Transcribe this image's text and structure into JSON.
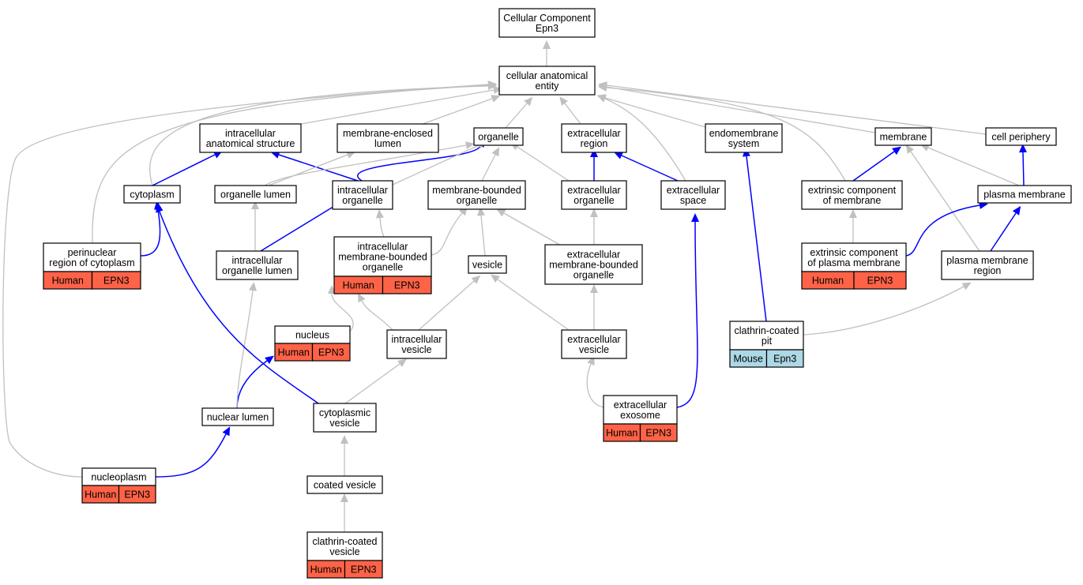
{
  "colors": {
    "human": "#ff6347",
    "mouse": "#add8e6",
    "part_of_edge": "#0000ff",
    "is_a_edge": "#c0c0c0"
  },
  "nodes": {
    "root": [
      "Cellular Component",
      "Epn3"
    ],
    "cae": [
      "cellular anatomical",
      "entity"
    ],
    "ias": [
      "intracellular",
      "anatomical structure"
    ],
    "mel": [
      "membrane-enclosed",
      "lumen"
    ],
    "org": [
      "organelle"
    ],
    "exr": [
      "extracellular",
      "region"
    ],
    "ems": [
      "endomembrane",
      "system"
    ],
    "mem": [
      "membrane"
    ],
    "cp": [
      "cell periphery"
    ],
    "cyt": [
      "cytoplasm"
    ],
    "orgl": [
      "organelle lumen"
    ],
    "iorg": [
      "intracellular",
      "organelle"
    ],
    "mbo": [
      "membrane-bounded",
      "organelle"
    ],
    "exo": [
      "extracellular",
      "organelle"
    ],
    "exs": [
      "extracellular",
      "space"
    ],
    "ecm": [
      "extrinsic component",
      "of membrane"
    ],
    "pm": [
      "plasma membrane"
    ],
    "prc": [
      "perinuclear",
      "region of cytoplasm"
    ],
    "iol": [
      "intracellular",
      "organelle lumen"
    ],
    "imbo": [
      "intracellular",
      "membrane-bounded",
      "organelle"
    ],
    "ves": [
      "vesicle"
    ],
    "embo": [
      "extracellular",
      "membrane-bounded",
      "organelle"
    ],
    "ecpm": [
      "extrinsic component",
      "of plasma membrane"
    ],
    "pmr": [
      "plasma membrane",
      "region"
    ],
    "nuc": [
      "nucleus"
    ],
    "ivs": [
      "intracellular",
      "vesicle"
    ],
    "exv": [
      "extracellular",
      "vesicle"
    ],
    "ccp": [
      "clathrin-coated",
      "pit"
    ],
    "nl": [
      "nuclear lumen"
    ],
    "cyv": [
      "cytoplasmic",
      "vesicle"
    ],
    "exsm": [
      "extracellular",
      "exosome"
    ],
    "np": [
      "nucleoplasm"
    ],
    "cv": [
      "coated vesicle"
    ],
    "ccv": [
      "clathrin-coated",
      "vesicle"
    ]
  },
  "annotations": {
    "prc": [
      "Human",
      "EPN3"
    ],
    "imbo": [
      "Human",
      "EPN3"
    ],
    "ecpm": [
      "Human",
      "EPN3"
    ],
    "nuc": [
      "Human",
      "EPN3"
    ],
    "ccp": [
      "Mouse",
      "Epn3"
    ],
    "exsm": [
      "Human",
      "EPN3"
    ],
    "np": [
      "Human",
      "EPN3"
    ],
    "ccv": [
      "Human",
      "EPN3"
    ]
  }
}
